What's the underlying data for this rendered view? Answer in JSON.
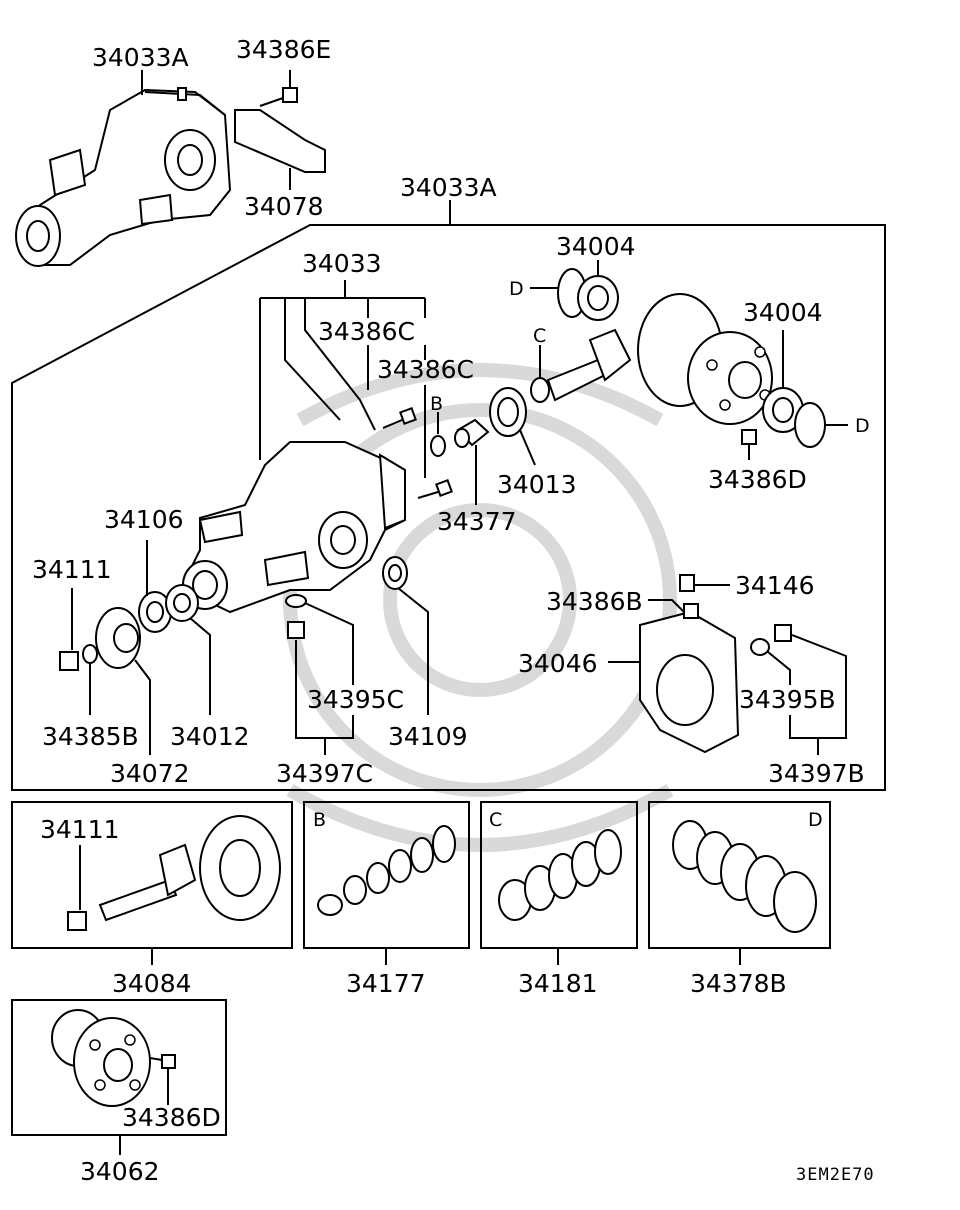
{
  "diagram": {
    "code": "3EM2E70",
    "labels": {
      "assy_top": "34033A",
      "bolt_top": "34386E",
      "bracket": "34078",
      "assy_box": "34033A",
      "carrier": "34033",
      "bolt_c1": "34386C",
      "bolt_c2": "34386C",
      "bearing_top": "34004",
      "bearing_right": "34004",
      "bearing_inner": "34013",
      "spacer": "34377",
      "bolt_d": "34386D",
      "oil_seal_l": "34106",
      "nut_l": "34111",
      "washer_l": "34385B",
      "flange": "34072",
      "bearing_l": "34012",
      "oil_seal_r": "34109",
      "gasket_c": "34395C",
      "plug_c": "34397C",
      "breather": "34146",
      "bolt_b": "34386B",
      "cover": "34046",
      "gasket_b": "34395B",
      "plug_b": "34397B",
      "nut_kit": "34111",
      "gear_set": "34084",
      "shim_b": "34177",
      "shim_c": "34181",
      "shim_d": "34378B",
      "case_kit": "34062",
      "bolt_case": "34386D"
    },
    "callouts": {
      "b": "B",
      "c": "C",
      "d": "D",
      "b_box": "B",
      "c_box": "C",
      "d_box": "D"
    }
  }
}
